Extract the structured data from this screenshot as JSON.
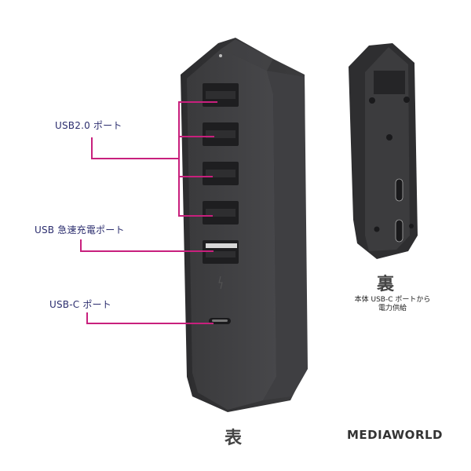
{
  "labels": {
    "usb20": "USB2.0 ポート",
    "fast_charge": "USB 急速充電ポート",
    "usbc": "USB-C ポート"
  },
  "captions": {
    "front": "表",
    "back": "裏",
    "back_note_line1": "本体 USB-C ポートから",
    "back_note_line2": "電力供給"
  },
  "brand": {
    "logo_text": "MEDIAWORLD"
  },
  "colors": {
    "callout_line": "#c8207d",
    "label_text": "#2b2d6e",
    "device_body": "#3a3a3c"
  }
}
